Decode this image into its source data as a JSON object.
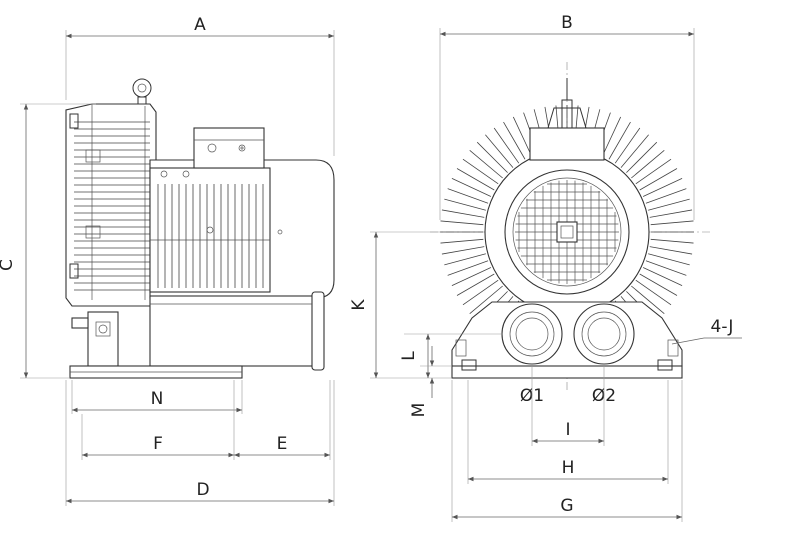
{
  "diagram": {
    "labels": {
      "A": "A",
      "B": "B",
      "C": "C",
      "D": "D",
      "E": "E",
      "F": "F",
      "G": "G",
      "H": "H",
      "I": "I",
      "K": "K",
      "L": "L",
      "M": "M",
      "N": "N",
      "J": "4-J",
      "O1": "Ø1",
      "O2": "Ø2"
    }
  }
}
